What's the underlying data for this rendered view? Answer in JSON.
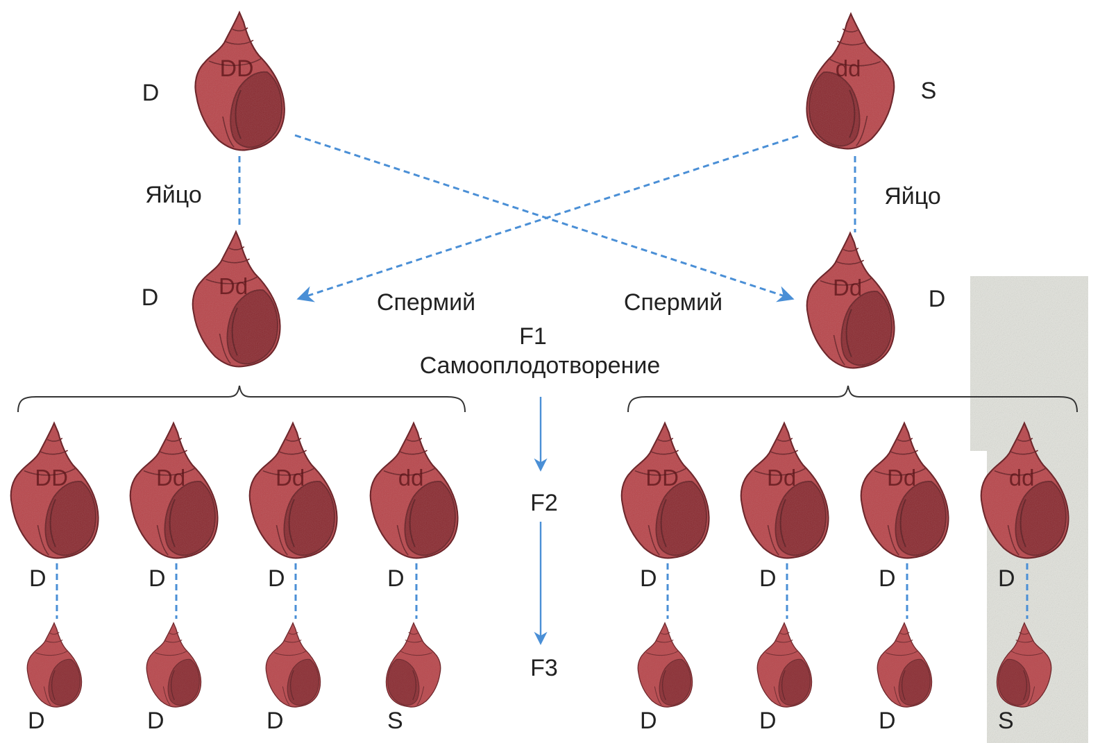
{
  "colors": {
    "shell": "#b8454a",
    "shell_dark": "#8a2a30",
    "shell_outline": "#6a1f24",
    "arrow_blue": "#4a8fd6",
    "bracket": "#333333",
    "texture_panel": "#e2e3dc"
  },
  "parents": {
    "left": {
      "genotype": "DD",
      "phenotype": "D"
    },
    "right": {
      "genotype": "dd",
      "phenotype": "S"
    }
  },
  "f1": {
    "left": {
      "genotype": "Dd",
      "phenotype": "D"
    },
    "right": {
      "genotype": "Dd",
      "phenotype": "D"
    }
  },
  "labels": {
    "egg": "Яйцо",
    "sperm": "Спермий",
    "f1": "F1",
    "selfing": "Самооплодотворение",
    "f2": "F2",
    "f3": "F3"
  },
  "f2": [
    {
      "genotype": "DD",
      "phenotype": "D",
      "offspring_phenotype": "D"
    },
    {
      "genotype": "Dd",
      "phenotype": "D",
      "offspring_phenotype": "D"
    },
    {
      "genotype": "Dd",
      "phenotype": "D",
      "offspring_phenotype": "D"
    },
    {
      "genotype": "dd",
      "phenotype": "D",
      "offspring_phenotype": "S"
    },
    {
      "genotype": "DD",
      "phenotype": "D",
      "offspring_phenotype": "D"
    },
    {
      "genotype": "Dd",
      "phenotype": "D",
      "offspring_phenotype": "D"
    },
    {
      "genotype": "Dd",
      "phenotype": "D",
      "offspring_phenotype": "D"
    },
    {
      "genotype": "dd",
      "phenotype": "D",
      "offspring_phenotype": "S"
    }
  ]
}
